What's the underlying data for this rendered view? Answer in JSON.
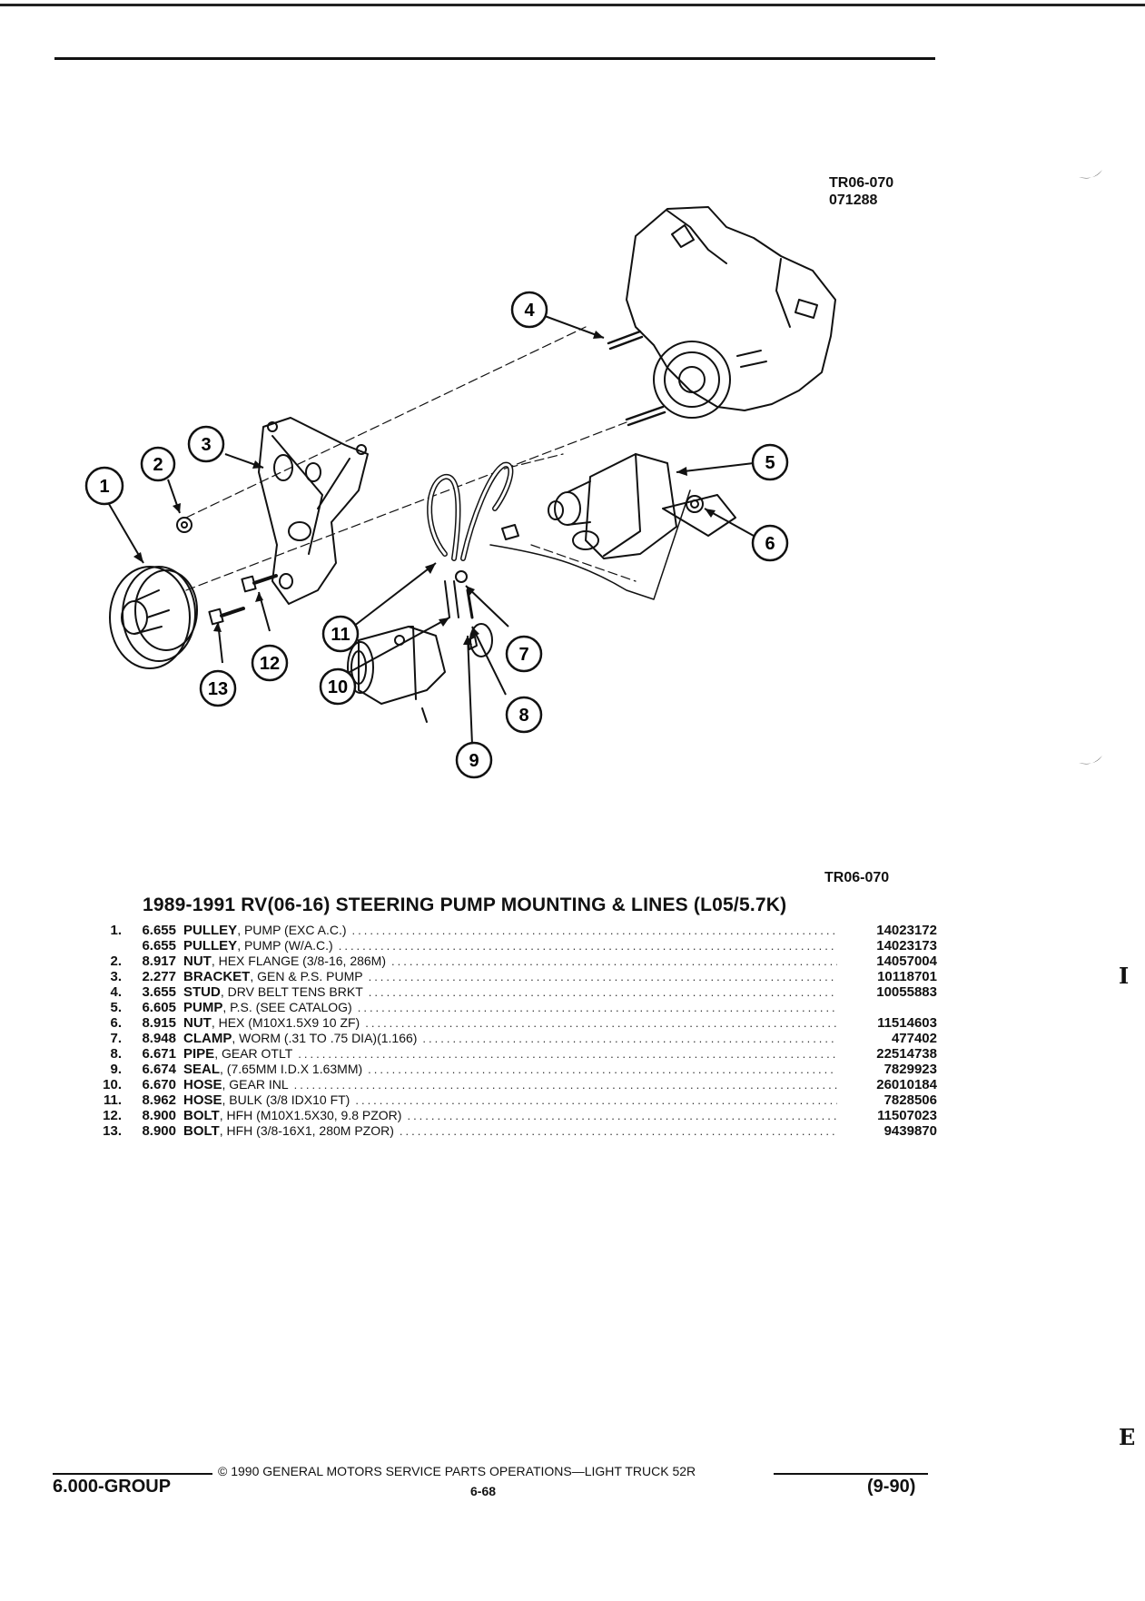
{
  "figure": {
    "id_lines": [
      "TR06-070",
      "071288"
    ],
    "callouts": [
      "1",
      "2",
      "3",
      "4",
      "5",
      "6",
      "7",
      "8",
      "9",
      "10",
      "11",
      "12",
      "13"
    ],
    "ref_code": "TR06-070"
  },
  "catalog": {
    "title": "1989-1991 RV(06-16) STEERING PUMP MOUNTING & LINES (L05/5.7K)",
    "items": [
      {
        "num": "1.",
        "code": "6.655",
        "name": "PULLEY",
        "qual": ", PUMP (EXC A.C.)",
        "part": "14023172"
      },
      {
        "num": "",
        "code": "6.655",
        "name": "PULLEY",
        "qual": ", PUMP (W/A.C.)",
        "part": "14023173"
      },
      {
        "num": "2.",
        "code": "8.917",
        "name": "NUT",
        "qual": ", HEX FLANGE (3/8-16, 286M)",
        "part": "14057004"
      },
      {
        "num": "3.",
        "code": "2.277",
        "name": "BRACKET",
        "qual": ", GEN & P.S. PUMP",
        "part": "10118701"
      },
      {
        "num": "4.",
        "code": "3.655",
        "name": "STUD",
        "qual": ", DRV BELT TENS BRKT",
        "part": "10055883"
      },
      {
        "num": "5.",
        "code": "6.605",
        "name": "PUMP",
        "qual": ", P.S. (SEE CATALOG)",
        "part": ""
      },
      {
        "num": "6.",
        "code": "8.915",
        "name": "NUT",
        "qual": ", HEX (M10X1.5X9 10 ZF)",
        "part": "11514603"
      },
      {
        "num": "7.",
        "code": "8.948",
        "name": "CLAMP",
        "qual": ", WORM (.31 TO .75 DIA)(1.166)",
        "part": "477402"
      },
      {
        "num": "8.",
        "code": "6.671",
        "name": "PIPE",
        "qual": ", GEAR OTLT",
        "part": "22514738"
      },
      {
        "num": "9.",
        "code": "6.674",
        "name": "SEAL",
        "qual": ", (7.65MM I.D.X 1.63MM)",
        "part": "7829923"
      },
      {
        "num": "10.",
        "code": "6.670",
        "name": "HOSE",
        "qual": ", GEAR INL",
        "part": "26010184"
      },
      {
        "num": "11.",
        "code": "8.962",
        "name": "HOSE",
        "qual": ", BULK (3/8 IDX10 FT)",
        "part": "7828506"
      },
      {
        "num": "12.",
        "code": "8.900",
        "name": "BOLT",
        "qual": ", HFH (M10X1.5X30, 9.8 PZOR)",
        "part": "11507023"
      },
      {
        "num": "13.",
        "code": "8.900",
        "name": "BOLT",
        "qual": ", HFH (3/8-16X1, 280M PZOR)",
        "part": "9439870"
      }
    ]
  },
  "footer": {
    "copyright": "© 1990 GENERAL MOTORS SERVICE PARTS OPERATIONS—LIGHT TRUCK 52R",
    "group": "6.000-GROUP",
    "page": "6-68",
    "date": "(9-90)"
  },
  "margin_marks": [
    "I",
    "E"
  ]
}
